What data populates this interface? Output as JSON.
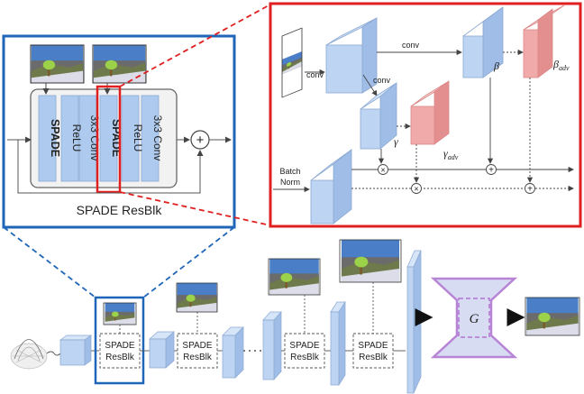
{
  "resblk_title": "SPADE ResBlk",
  "resblk_layers": [
    "SPADE",
    "ReLU",
    "3x3 Conv",
    "SPADE",
    "ReLU",
    "3x3 Conv"
  ],
  "resblk_sum_symbol": "+",
  "spade_detail": {
    "conv_labels": [
      "conv",
      "conv",
      "conv"
    ],
    "gamma": "γ",
    "gamma_adv": "γ",
    "gamma_adv_sub": "adv",
    "beta": "β",
    "beta_adv": "β",
    "beta_adv_sub": "adv",
    "batch_norm": [
      "Batch",
      "Norm"
    ],
    "multiply_symbol": "×",
    "add_symbol": "+"
  },
  "pipeline": {
    "blocks": [
      [
        "SPADE",
        "ResBlk"
      ],
      [
        "SPADE",
        "ResBlk"
      ],
      [
        "SPADE",
        "ResBlk"
      ],
      [
        "SPADE",
        "ResBlk"
      ]
    ],
    "generator_label": "G"
  },
  "colors": {
    "blue_frame": "#1f66b8",
    "red_frame": "#e02020",
    "layer_fill": "#aecbef",
    "adv_fill": "#f0aaaa",
    "generator": "#b784d6"
  }
}
